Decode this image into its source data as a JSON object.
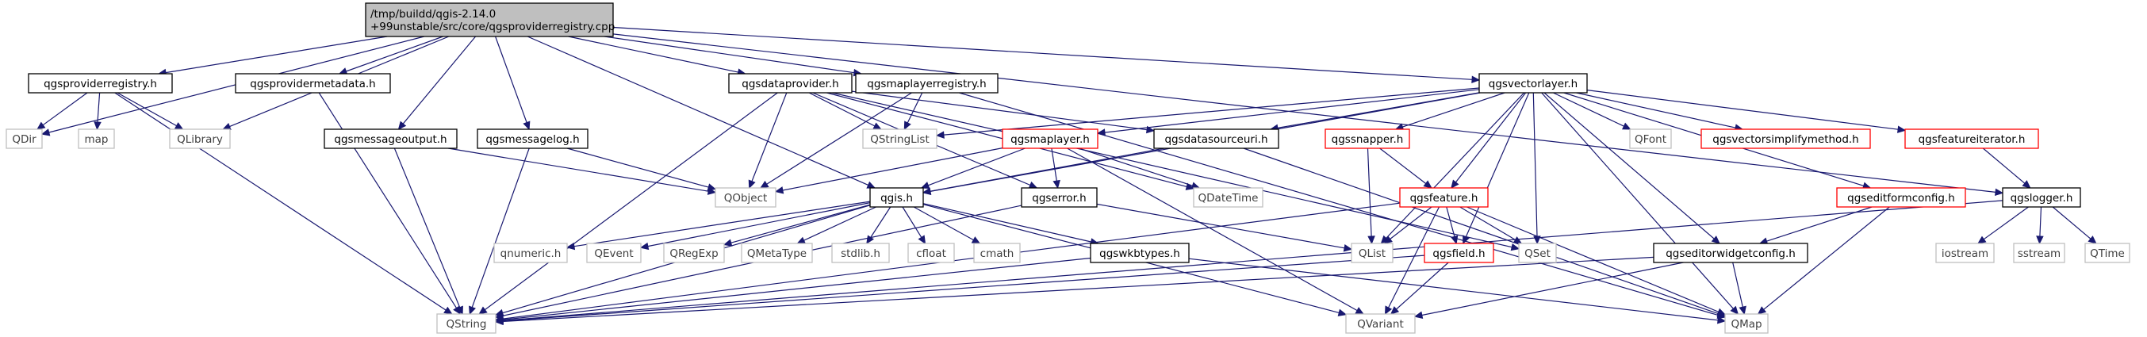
{
  "colors": {
    "root_fill": "#bfbfbf",
    "doc_fill": "#ffffff",
    "doc_border": "#000000",
    "missing_border": "#ff0000",
    "external_border": "#bfbfbf",
    "external_text": "#404040",
    "edge": "#191970"
  },
  "nodes": [
    {
      "id": "root",
      "label": "/tmp/buildd/qgis-2.14.0\n+99unstable/src/core/qgsproviderregistry.cpp",
      "kind": "root"
    },
    {
      "id": "QDir",
      "label": "QDir",
      "kind": "external"
    },
    {
      "id": "qgsproviderregistry_h",
      "label": "qgsproviderregistry.h",
      "kind": "doc"
    },
    {
      "id": "QLibrary",
      "label": "QLibrary",
      "kind": "external"
    },
    {
      "id": "qgsprovidermetadata_h",
      "label": "qgsprovidermetadata.h",
      "kind": "doc"
    },
    {
      "id": "qgsmessageoutput_h",
      "label": "qgsmessageoutput.h",
      "kind": "doc"
    },
    {
      "id": "qgsmessagelog_h",
      "label": "qgsmessagelog.h",
      "kind": "doc"
    },
    {
      "id": "qgsdataprovider_h",
      "label": "qgsdataprovider.h",
      "kind": "doc"
    },
    {
      "id": "qgsmaplayerregistry_h",
      "label": "qgsmaplayerregistry.h",
      "kind": "doc"
    },
    {
      "id": "qgsvectorlayer_h",
      "label": "qgsvectorlayer.h",
      "kind": "doc"
    },
    {
      "id": "map",
      "label": "map",
      "kind": "external"
    },
    {
      "id": "QStringList",
      "label": "QStringList",
      "kind": "external"
    },
    {
      "id": "qgsmaplayer_h",
      "label": "qgsmaplayer.h",
      "kind": "missing"
    },
    {
      "id": "qgsdatasourceuri_h",
      "label": "qgsdatasourceuri.h",
      "kind": "doc"
    },
    {
      "id": "qgssnapper_h",
      "label": "qgssnapper.h",
      "kind": "missing"
    },
    {
      "id": "QFont",
      "label": "QFont",
      "kind": "external"
    },
    {
      "id": "qgsvectorsimplifymethod_h",
      "label": "qgsvectorsimplifymethod.h",
      "kind": "missing"
    },
    {
      "id": "qgsfeatureiterator_h",
      "label": "qgsfeatureiterator.h",
      "kind": "missing"
    },
    {
      "id": "QObject",
      "label": "QObject",
      "kind": "external"
    },
    {
      "id": "qgis_h",
      "label": "qgis.h",
      "kind": "doc"
    },
    {
      "id": "qgserror_h",
      "label": "qgserror.h",
      "kind": "doc"
    },
    {
      "id": "QDateTime",
      "label": "QDateTime",
      "kind": "external"
    },
    {
      "id": "qgsfeature_h",
      "label": "qgsfeature.h",
      "kind": "missing"
    },
    {
      "id": "qgseditformconfig_h",
      "label": "qgseditformconfig.h",
      "kind": "missing"
    },
    {
      "id": "qgslogger_h",
      "label": "qgslogger.h",
      "kind": "doc"
    },
    {
      "id": "qnumeric_h",
      "label": "qnumeric.h",
      "kind": "external"
    },
    {
      "id": "QEvent",
      "label": "QEvent",
      "kind": "external"
    },
    {
      "id": "QRegExp",
      "label": "QRegExp",
      "kind": "external"
    },
    {
      "id": "QMetaType",
      "label": "QMetaType",
      "kind": "external"
    },
    {
      "id": "stdlib_h",
      "label": "stdlib.h",
      "kind": "external"
    },
    {
      "id": "cfloat",
      "label": "cfloat",
      "kind": "external"
    },
    {
      "id": "cmath",
      "label": "cmath",
      "kind": "external"
    },
    {
      "id": "qgswkbtypes_h",
      "label": "qgswkbtypes.h",
      "kind": "doc"
    },
    {
      "id": "QList",
      "label": "QList",
      "kind": "external"
    },
    {
      "id": "qgsfield_h",
      "label": "qgsfield.h",
      "kind": "missing"
    },
    {
      "id": "QSet",
      "label": "QSet",
      "kind": "external"
    },
    {
      "id": "qgseditorwidgetconfig_h",
      "label": "qgseditorwidgetconfig.h",
      "kind": "doc"
    },
    {
      "id": "iostream",
      "label": "iostream",
      "kind": "external"
    },
    {
      "id": "sstream",
      "label": "sstream",
      "kind": "external"
    },
    {
      "id": "QTime",
      "label": "QTime",
      "kind": "external"
    },
    {
      "id": "QString",
      "label": "QString",
      "kind": "external"
    },
    {
      "id": "QVariant",
      "label": "QVariant",
      "kind": "external"
    },
    {
      "id": "QMap",
      "label": "QMap",
      "kind": "external"
    }
  ],
  "edges": [
    [
      "root",
      "QDir"
    ],
    [
      "root",
      "qgsproviderregistry_h"
    ],
    [
      "root",
      "QLibrary"
    ],
    [
      "root",
      "qgsprovidermetadata_h"
    ],
    [
      "root",
      "qgsmessageoutput_h"
    ],
    [
      "root",
      "qgsmessagelog_h"
    ],
    [
      "root",
      "qgsdataprovider_h"
    ],
    [
      "root",
      "qgsmaplayerregistry_h"
    ],
    [
      "root",
      "qgsvectorlayer_h"
    ],
    [
      "root",
      "qgis_h"
    ],
    [
      "root",
      "qgslogger_h"
    ],
    [
      "qgsproviderregistry_h",
      "QDir"
    ],
    [
      "qgsproviderregistry_h",
      "map"
    ],
    [
      "qgsproviderregistry_h",
      "QLibrary"
    ],
    [
      "qgsproviderregistry_h",
      "QString"
    ],
    [
      "qgsprovidermetadata_h",
      "QString"
    ],
    [
      "qgsmessageoutput_h",
      "QObject"
    ],
    [
      "qgsmessageoutput_h",
      "QString"
    ],
    [
      "qgsmessagelog_h",
      "QObject"
    ],
    [
      "qgsmessagelog_h",
      "QString"
    ],
    [
      "qgsdataprovider_h",
      "QObject"
    ],
    [
      "qgsdataprovider_h",
      "QString"
    ],
    [
      "qgsdataprovider_h",
      "QStringList"
    ],
    [
      "qgsdataprovider_h",
      "qgsdatasourceuri_h"
    ],
    [
      "qgsdataprovider_h",
      "qgserror_h"
    ],
    [
      "qgsdataprovider_h",
      "QDateTime"
    ],
    [
      "qgsdataprovider_h",
      "QSet"
    ],
    [
      "qgsmaplayerregistry_h",
      "QStringList"
    ],
    [
      "qgsmaplayerregistry_h",
      "QObject"
    ],
    [
      "qgsmaplayerregistry_h",
      "QMap"
    ],
    [
      "qgsvectorlayer_h",
      "QStringList"
    ],
    [
      "qgsvectorlayer_h",
      "qgsmaplayer_h"
    ],
    [
      "qgsvectorlayer_h",
      "qgsdatasourceuri_h"
    ],
    [
      "qgsvectorlayer_h",
      "qgssnapper_h"
    ],
    [
      "qgsvectorlayer_h",
      "QFont"
    ],
    [
      "qgsvectorlayer_h",
      "qgsvectorsimplifymethod_h"
    ],
    [
      "qgsvectorlayer_h",
      "qgsfeatureiterator_h"
    ],
    [
      "qgsvectorlayer_h",
      "qgseditformconfig_h"
    ],
    [
      "qgsvectorlayer_h",
      "qgis_h"
    ],
    [
      "qgsvectorlayer_h",
      "QList"
    ],
    [
      "qgsvectorlayer_h",
      "qgsfeature_h"
    ],
    [
      "qgsvectorlayer_h",
      "qgsfield_h"
    ],
    [
      "qgsvectorlayer_h",
      "QSet"
    ],
    [
      "qgsvectorlayer_h",
      "qgseditorwidgetconfig_h"
    ],
    [
      "qgsvectorlayer_h",
      "QMap"
    ],
    [
      "qgsmaplayer_h",
      "QObject"
    ],
    [
      "qgsmaplayer_h",
      "qgis_h"
    ],
    [
      "qgsmaplayer_h",
      "qgserror_h"
    ],
    [
      "qgsmaplayer_h",
      "QDateTime"
    ],
    [
      "qgsmaplayer_h",
      "QVariant"
    ],
    [
      "qgsdatasourceuri_h",
      "qgis_h"
    ],
    [
      "qgsdatasourceuri_h",
      "QMap"
    ],
    [
      "qgssnapper_h",
      "QList"
    ],
    [
      "qgssnapper_h",
      "qgsfeature_h"
    ],
    [
      "qgsfeatureiterator_h",
      "qgslogger_h"
    ],
    [
      "qgis_h",
      "qnumeric_h"
    ],
    [
      "qgis_h",
      "QEvent"
    ],
    [
      "qgis_h",
      "QRegExp"
    ],
    [
      "qgis_h",
      "QMetaType"
    ],
    [
      "qgis_h",
      "stdlib_h"
    ],
    [
      "qgis_h",
      "cfloat"
    ],
    [
      "qgis_h",
      "cmath"
    ],
    [
      "qgis_h",
      "qgswkbtypes_h"
    ],
    [
      "qgis_h",
      "QString"
    ],
    [
      "qgis_h",
      "QVariant"
    ],
    [
      "qgserror_h",
      "QList"
    ],
    [
      "qgserror_h",
      "QString"
    ],
    [
      "qgsfeature_h",
      "QList"
    ],
    [
      "qgsfeature_h",
      "qgsfield_h"
    ],
    [
      "qgsfeature_h",
      "QSet"
    ],
    [
      "qgsfeature_h",
      "QString"
    ],
    [
      "qgsfeature_h",
      "QVariant"
    ],
    [
      "qgsfeature_h",
      "QMap"
    ],
    [
      "qgseditformconfig_h",
      "qgseditorwidgetconfig_h"
    ],
    [
      "qgseditformconfig_h",
      "QMap"
    ],
    [
      "qgslogger_h",
      "iostream"
    ],
    [
      "qgslogger_h",
      "sstream"
    ],
    [
      "qgslogger_h",
      "QTime"
    ],
    [
      "qgslogger_h",
      "QString"
    ],
    [
      "qgswkbtypes_h",
      "QString"
    ],
    [
      "qgswkbtypes_h",
      "QMap"
    ],
    [
      "qgsfield_h",
      "QString"
    ],
    [
      "qgsfield_h",
      "QVariant"
    ],
    [
      "qgseditorwidgetconfig_h",
      "QString"
    ],
    [
      "qgseditorwidgetconfig_h",
      "QVariant"
    ],
    [
      "qgseditorwidgetconfig_h",
      "QMap"
    ]
  ]
}
